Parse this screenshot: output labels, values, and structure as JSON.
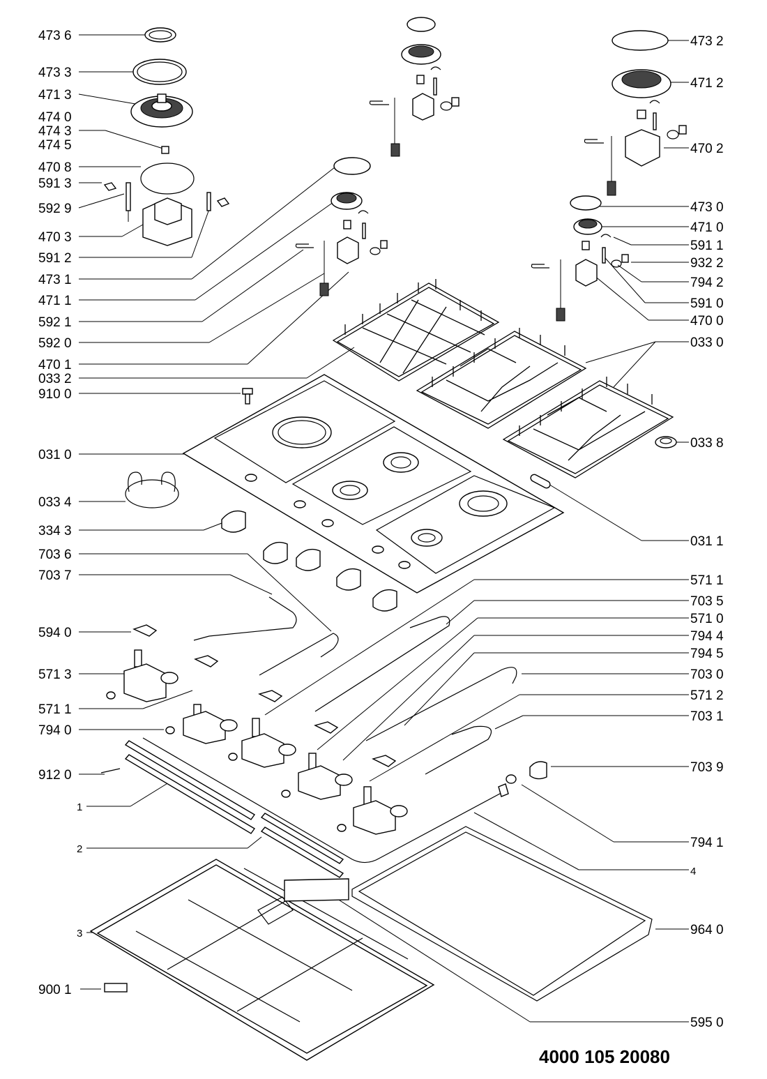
{
  "labels_left": [
    {
      "id": "l4736",
      "text": "473 6"
    },
    {
      "id": "l4733",
      "text": "473 3"
    },
    {
      "id": "l4713",
      "text": "471 3"
    },
    {
      "id": "l4740",
      "text": "474 0"
    },
    {
      "id": "l4743",
      "text": "474 3"
    },
    {
      "id": "l4745",
      "text": "474 5"
    },
    {
      "id": "l4708",
      "text": "470 8"
    },
    {
      "id": "l5913",
      "text": "591 3"
    },
    {
      "id": "l5929",
      "text": "592 9"
    },
    {
      "id": "l4703",
      "text": "470 3"
    },
    {
      "id": "l5912",
      "text": "591 2"
    },
    {
      "id": "l4731",
      "text": "473 1"
    },
    {
      "id": "l4711",
      "text": "471 1"
    },
    {
      "id": "l5921",
      "text": "592 1"
    },
    {
      "id": "l5920",
      "text": "592 0"
    },
    {
      "id": "l4701",
      "text": "470 1"
    },
    {
      "id": "l0332",
      "text": "033 2"
    },
    {
      "id": "l9100",
      "text": "910 0"
    },
    {
      "id": "l0310",
      "text": "031 0"
    },
    {
      "id": "l0334",
      "text": "033 4"
    },
    {
      "id": "l3343",
      "text": "334 3"
    },
    {
      "id": "l7036",
      "text": "703 6"
    },
    {
      "id": "l7037",
      "text": "703 7"
    },
    {
      "id": "l5940",
      "text": "594 0"
    },
    {
      "id": "l5713",
      "text": "571 3"
    },
    {
      "id": "l5711b",
      "text": "571 1"
    },
    {
      "id": "l7940",
      "text": "794 0"
    },
    {
      "id": "l9120",
      "text": "912 0"
    },
    {
      "id": "l1",
      "text": "1"
    },
    {
      "id": "l2",
      "text": "2"
    },
    {
      "id": "l3",
      "text": "3"
    },
    {
      "id": "l9001",
      "text": "900 1"
    }
  ],
  "labels_right": [
    {
      "id": "r4732",
      "text": "473 2"
    },
    {
      "id": "r4712",
      "text": "471 2"
    },
    {
      "id": "r4702",
      "text": "470 2"
    },
    {
      "id": "r4730",
      "text": "473 0"
    },
    {
      "id": "r4710",
      "text": "471 0"
    },
    {
      "id": "r5911",
      "text": "591 1"
    },
    {
      "id": "r9322",
      "text": "932 2"
    },
    {
      "id": "r7942",
      "text": "794 2"
    },
    {
      "id": "r5910",
      "text": "591 0"
    },
    {
      "id": "r4700",
      "text": "470 0"
    },
    {
      "id": "r0330",
      "text": "033 0"
    },
    {
      "id": "r0338",
      "text": "033 8"
    },
    {
      "id": "r0311",
      "text": "031 1"
    },
    {
      "id": "r5711",
      "text": "571 1"
    },
    {
      "id": "r7035",
      "text": "703 5"
    },
    {
      "id": "r5710",
      "text": "571 0"
    },
    {
      "id": "r7944",
      "text": "794 4"
    },
    {
      "id": "r7945",
      "text": "794 5"
    },
    {
      "id": "r7030",
      "text": "703 0"
    },
    {
      "id": "r5712",
      "text": "571 2"
    },
    {
      "id": "r7031",
      "text": "703 1"
    },
    {
      "id": "r7039",
      "text": "703 9"
    },
    {
      "id": "r7941",
      "text": "794 1"
    },
    {
      "id": "r4",
      "text": "4"
    },
    {
      "id": "r9640",
      "text": "964 0"
    },
    {
      "id": "r5950",
      "text": "595 0"
    }
  ],
  "document_code": "4000 105 20080"
}
